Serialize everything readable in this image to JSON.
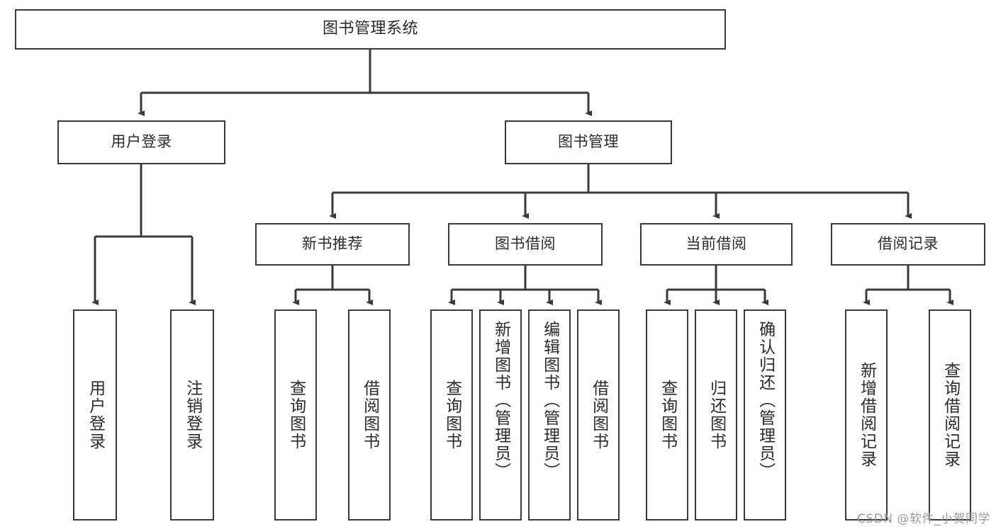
{
  "diagram": {
    "type": "tree-hierarchy",
    "title": "图书管理系统",
    "watermark": "CSDN @软件_小贺同学",
    "colors": {
      "stroke": "#3a3a3a",
      "fill": "#ffffff",
      "text": "#2b2b2b",
      "watermark": "#9b9b9b"
    },
    "levels": {
      "root": {
        "label": "图书管理系统"
      },
      "level2": [
        {
          "label": "用户登录"
        },
        {
          "label": "图书管理"
        }
      ],
      "level3": [
        {
          "label": "新书推荐"
        },
        {
          "label": "图书借阅"
        },
        {
          "label": "当前借阅"
        },
        {
          "label": "借阅记录"
        }
      ],
      "leaves": [
        {
          "label": "用户登录",
          "parent": "用户登录"
        },
        {
          "label": "注销登录",
          "parent": "用户登录"
        },
        {
          "label": "查询图书",
          "parent": "新书推荐"
        },
        {
          "label": "借阅图书",
          "parent": "新书推荐"
        },
        {
          "label": "查询图书",
          "parent": "图书借阅"
        },
        {
          "label": "新增图书（管理员）",
          "parent": "图书借阅"
        },
        {
          "label": "编辑图书（管理员）",
          "parent": "图书借阅"
        },
        {
          "label": "借阅图书",
          "parent": "图书借阅"
        },
        {
          "label": "查询图书",
          "parent": "当前借阅"
        },
        {
          "label": "归还图书",
          "parent": "当前借阅"
        },
        {
          "label": "确认归还（管理员）",
          "parent": "当前借阅"
        },
        {
          "label": "新增借阅记录",
          "parent": "借阅记录"
        },
        {
          "label": "查询借阅记录",
          "parent": "借阅记录"
        }
      ]
    }
  }
}
